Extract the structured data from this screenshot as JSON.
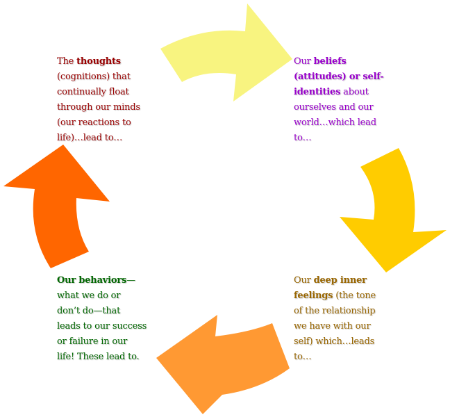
{
  "colors": {
    "thoughts_text": "#990000",
    "beliefs_text": "#9900CC",
    "feelings_text": "#996600",
    "behaviors_text": "#006600",
    "arrow_top": "#F8F480",
    "arrow_right": "#FFCC00",
    "arrow_bottom": "#FF9933",
    "arrow_left": "#FF6600"
  },
  "notes": {
    "thoughts": {
      "lines": [
        [
          "The ",
          "thoughts"
        ],
        [
          "(cognitions) that"
        ],
        [
          "continually float"
        ],
        [
          "through our minds"
        ],
        [
          "(our reactions to"
        ],
        [
          "life)…lead to…"
        ]
      ]
    },
    "beliefs": {
      "lines": [
        [
          "Our ",
          "beliefs"
        ],
        [
          "",
          "(attitudes) or self-"
        ],
        [
          "",
          "identities",
          " about"
        ],
        [
          "ourselves and our"
        ],
        [
          "world…which lead"
        ],
        [
          "to…"
        ]
      ]
    },
    "feelings": {
      "lines": [
        [
          "Our ",
          "deep inner"
        ],
        [
          "",
          "feelings",
          " (the tone"
        ],
        [
          "of the relationship"
        ],
        [
          "we have with our"
        ],
        [
          "self) which…leads"
        ],
        [
          "to…"
        ]
      ]
    },
    "behaviors": {
      "lines": [
        [
          "",
          "Our behaviors",
          "—"
        ],
        [
          "what we do or"
        ],
        [
          "don’t do—that"
        ],
        [
          "leads to our success"
        ],
        [
          "or failure in our"
        ],
        [
          "life! These lead to."
        ]
      ]
    }
  },
  "icons": [
    "arrow-top-icon",
    "arrow-right-icon",
    "arrow-bottom-icon",
    "arrow-left-icon"
  ]
}
